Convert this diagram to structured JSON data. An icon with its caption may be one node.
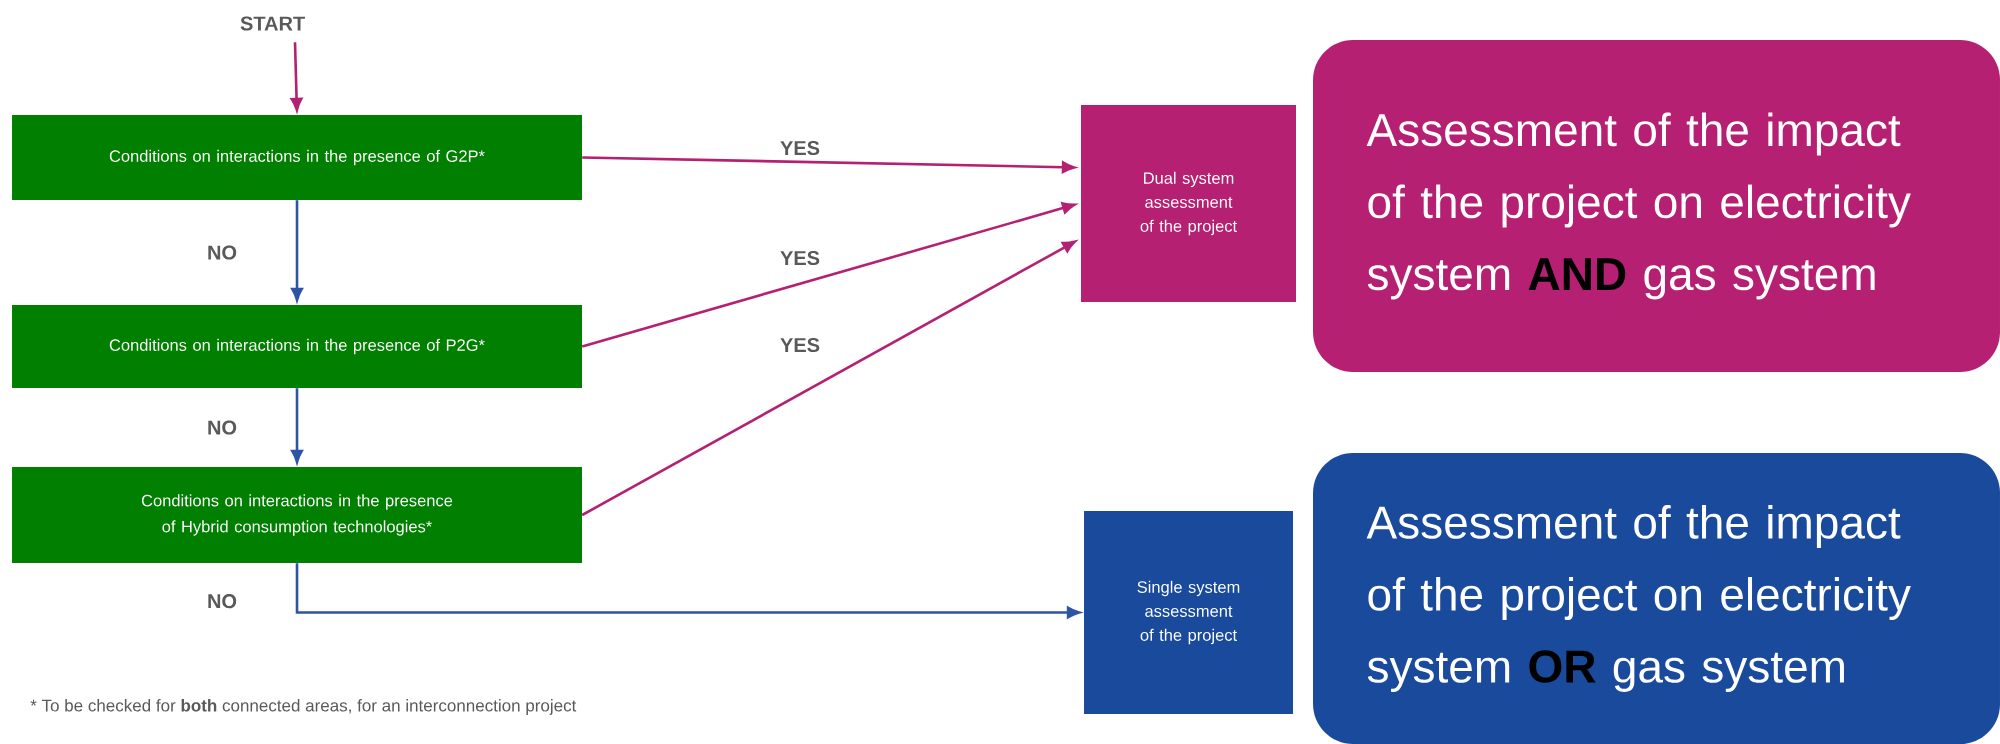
{
  "diagram": {
    "nodes": [
      {
        "text": [
          "START"
        ]
      },
      {
        "text": [
          "Conditions on interactions in the presence of G2P*"
        ]
      },
      {
        "text": [
          "Conditions on interactions in the presence of P2G*"
        ]
      },
      {
        "text": [
          "Conditions on interactions in the presence of Hybrid consumption technologies*"
        ]
      },
      {
        "text": [
          "Dual system assessment of the project"
        ]
      },
      {
        "text": [
          "Assessment of the impact of the project on electricity system **AND** gas system"
        ]
      },
      {
        "text": [
          "Single system assessment of the project"
        ]
      },
      {
        "text": [
          "Assessment of the impact of the project on electricity system **OR** gas system"
        ]
      }
    ],
    "edges": [
      {
        "from": 0,
        "to": 1,
        "arrow": "to"
      },
      {
        "from": 1,
        "to": 2,
        "arrow": "to",
        "label": "NO",
        "color": "#2e54a6"
      },
      {
        "from": 2,
        "to": 3,
        "arrow": "to",
        "label": "NO",
        "color": "#2e54a6"
      },
      {
        "from": 1,
        "to": 4,
        "arrow": "to",
        "label": "YES"
      },
      {
        "from": 2,
        "to": 4,
        "arrow": "to",
        "label": "YES"
      },
      {
        "from": 3,
        "to": 4,
        "arrow": "to",
        "label": "YES"
      },
      {
        "from": 3,
        "to": 6,
        "arrow": "to",
        "label": "NO",
        "color": "#2e54a6"
      }
    ],
    "labels": [
      "* To be checked for **both** connected areas, for an interconnection project"
    ]
  }
}
